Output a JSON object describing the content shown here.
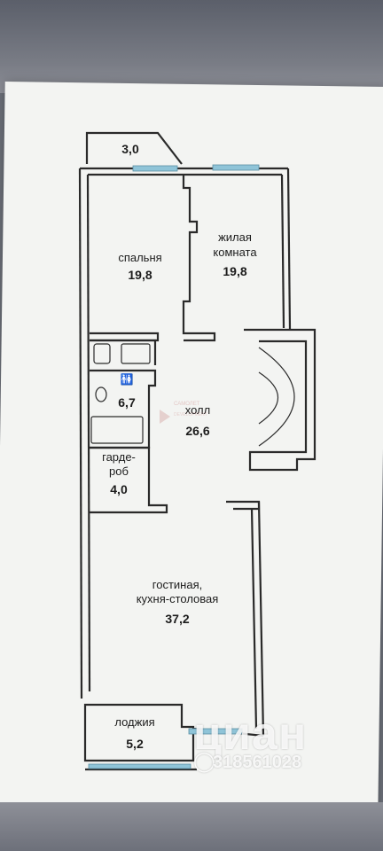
{
  "rooms": {
    "balcony": {
      "area": "3,0"
    },
    "bedroom": {
      "name": "спальня",
      "area": "19,8"
    },
    "living_room": {
      "name_line1": "жилая",
      "name_line2": "комната",
      "area": "19,8"
    },
    "bathroom": {
      "area": "6,7"
    },
    "hall": {
      "name": "холл",
      "area": "26,6"
    },
    "wardrobe": {
      "name_line1": "гарде-",
      "name_line2": "роб",
      "area": "4,0"
    },
    "lounge": {
      "name_line1": "гостиная,",
      "name_line2": "кухня-столовая",
      "area": "37,2"
    },
    "loggia": {
      "name": "лоджия",
      "area": "5,2"
    }
  },
  "icons": {
    "bathroom_symbol": "male-female-icon"
  },
  "watermark": {
    "brand": "циан",
    "id": "318561028",
    "faint_logo_line1": "САМОЛЕТ",
    "faint_logo_line2": "DEVELOPMENT"
  },
  "colors": {
    "wall": "#2a2a2a",
    "window": "#8fc4d8",
    "paper": "#f3f4f2"
  }
}
